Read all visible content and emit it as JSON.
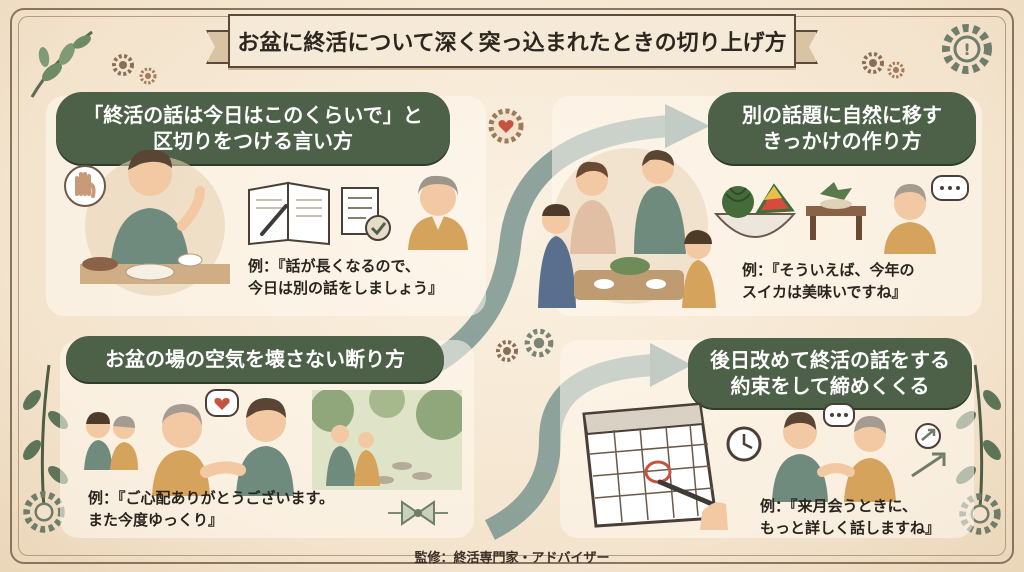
{
  "title": "お盆に終活について深く突っ込まれたときの切り上げ方",
  "sections": [
    {
      "heading": [
        "「終活の話は今日はこのくらいで」と",
        "区切りをつける言い方"
      ],
      "example": [
        "例：『話が長くなるので、",
        "今日は別の話をしましょう』"
      ]
    },
    {
      "heading": [
        "別の話題に自然に移す",
        "きっかけの作り方"
      ],
      "example": [
        "例：『そういえば、今年の",
        "スイカは美味いですね』"
      ]
    },
    {
      "heading": [
        "お盆の場の空気を壊さない断り方"
      ],
      "example": [
        "例：『ご心配ありがとうございます。",
        "また今度ゆっくり』"
      ]
    },
    {
      "heading": [
        "後日改めて終活の話をする",
        "約束をして締めくくる"
      ],
      "example": [
        "例：『来月会うときに、",
        "もっと詳しく話しますね』"
      ]
    }
  ],
  "footer": "監修：終活専門家・アドバイザー",
  "icons": [
    "stop-hand-icon",
    "notebook-icon",
    "checklist-icon",
    "heart-gear-icon",
    "watermelon-icon",
    "speech-bubble-icon",
    "heart-bubble-icon",
    "ribbon-bow-icon",
    "calendar-icon",
    "clock-icon",
    "gear-icon",
    "leaf-branch-icon"
  ],
  "colors": {
    "pill": "#4d6148",
    "background": "#f3e3cc",
    "arrow": "#6c8a86",
    "frame": "#8a7460"
  }
}
